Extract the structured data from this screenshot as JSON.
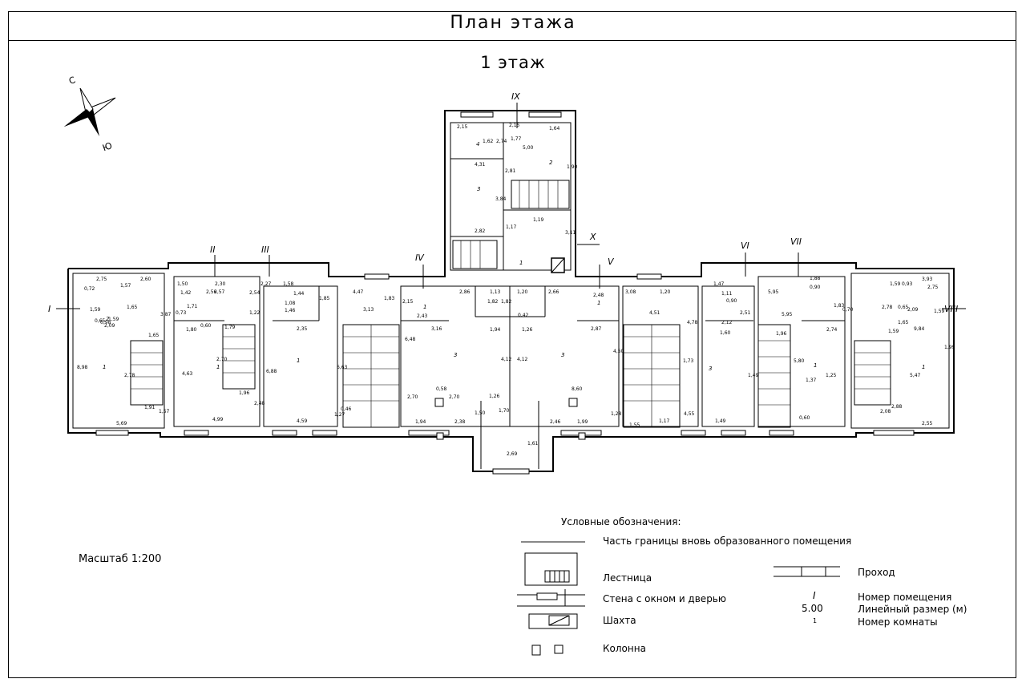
{
  "header": {
    "title": "План этажа",
    "floor": "1 этаж"
  },
  "compass": {
    "north": "С",
    "south": "Ю"
  },
  "scale": "Масштаб  1:200",
  "sections": [
    "I",
    "II",
    "III",
    "IV",
    "V",
    "VI",
    "VII",
    "VIII",
    "IX",
    "X"
  ],
  "dimensions": [
    "2,75",
    "2,60",
    "1,65",
    "1,57",
    "0,72",
    "1,59",
    "1,59",
    "0,98",
    "0,65",
    "2,09",
    "3,87",
    "1,65",
    "8,98",
    "2,78",
    "1,91",
    "1,57",
    "5,69",
    "1,50",
    "1,42",
    "1,71",
    "0,73",
    "2,30",
    "2,56",
    "1,80",
    "0,60",
    "2,57",
    "1,79",
    "4,63",
    "2,70",
    "1,96",
    "2,48",
    "4,99",
    "2,27",
    "2,54",
    "1,58",
    "1,44",
    "1,46",
    "1,08",
    "1,22",
    "2,35",
    "6,88",
    "4,59",
    "4,47",
    "1,85",
    "1,83",
    "3,13",
    "6,63",
    "1,27",
    "0,46",
    "2,15",
    "2,43",
    "2,86",
    "1,13",
    "1,20",
    "2,66",
    "2,48",
    "3,16",
    "1,82",
    "1,82",
    "1,94",
    "1,26",
    "0,42",
    "2,87",
    "4,12",
    "4,12",
    "6,48",
    "4,50",
    "0,58",
    "8,60",
    "2,70",
    "2,70",
    "1,26",
    "1,50",
    "1,70",
    "1,94",
    "2,38",
    "2,46",
    "1,99",
    "1,28",
    "2,69",
    "1,61",
    "3,08",
    "4,51",
    "1,20",
    "4,78",
    "1,73",
    "1,55",
    "1,17",
    "4,55",
    "1,49",
    "1,47",
    "1,11",
    "0,90",
    "2,51",
    "2,12",
    "5,95",
    "1,60",
    "1,49",
    "1,88",
    "0,90",
    "1,83",
    "0,70",
    "2,74",
    "1,96",
    "5,95",
    "5,80",
    "1,37",
    "1,25",
    "0,60",
    "1,59",
    "0,93",
    "2,75",
    "0,65",
    "1,59",
    "2,09",
    "3,93",
    "1,65",
    "9,84",
    "2,78",
    "1,59",
    "1,99",
    "5,47",
    "2,08",
    "2,88",
    "2,55",
    "2,15",
    "2,15",
    "1,64",
    "1,62",
    "2,74",
    "1,77",
    "5,00",
    "4,31",
    "2,81",
    "1,90",
    "3,84",
    "2,82",
    "1,17",
    "1,19",
    "3,11"
  ],
  "legend": {
    "title": "Условные обозначения:",
    "items": [
      "Часть границы вновь образованного помещения",
      "Лестница",
      "Стена с окном и дверью",
      "Шахта",
      "Колонна",
      "Проход",
      "Номер помещения",
      "Линейный размер (м)",
      "Номер комнаты"
    ],
    "sample_room_no": "I",
    "sample_dimension": "5.00",
    "sample_subroom": "1"
  }
}
